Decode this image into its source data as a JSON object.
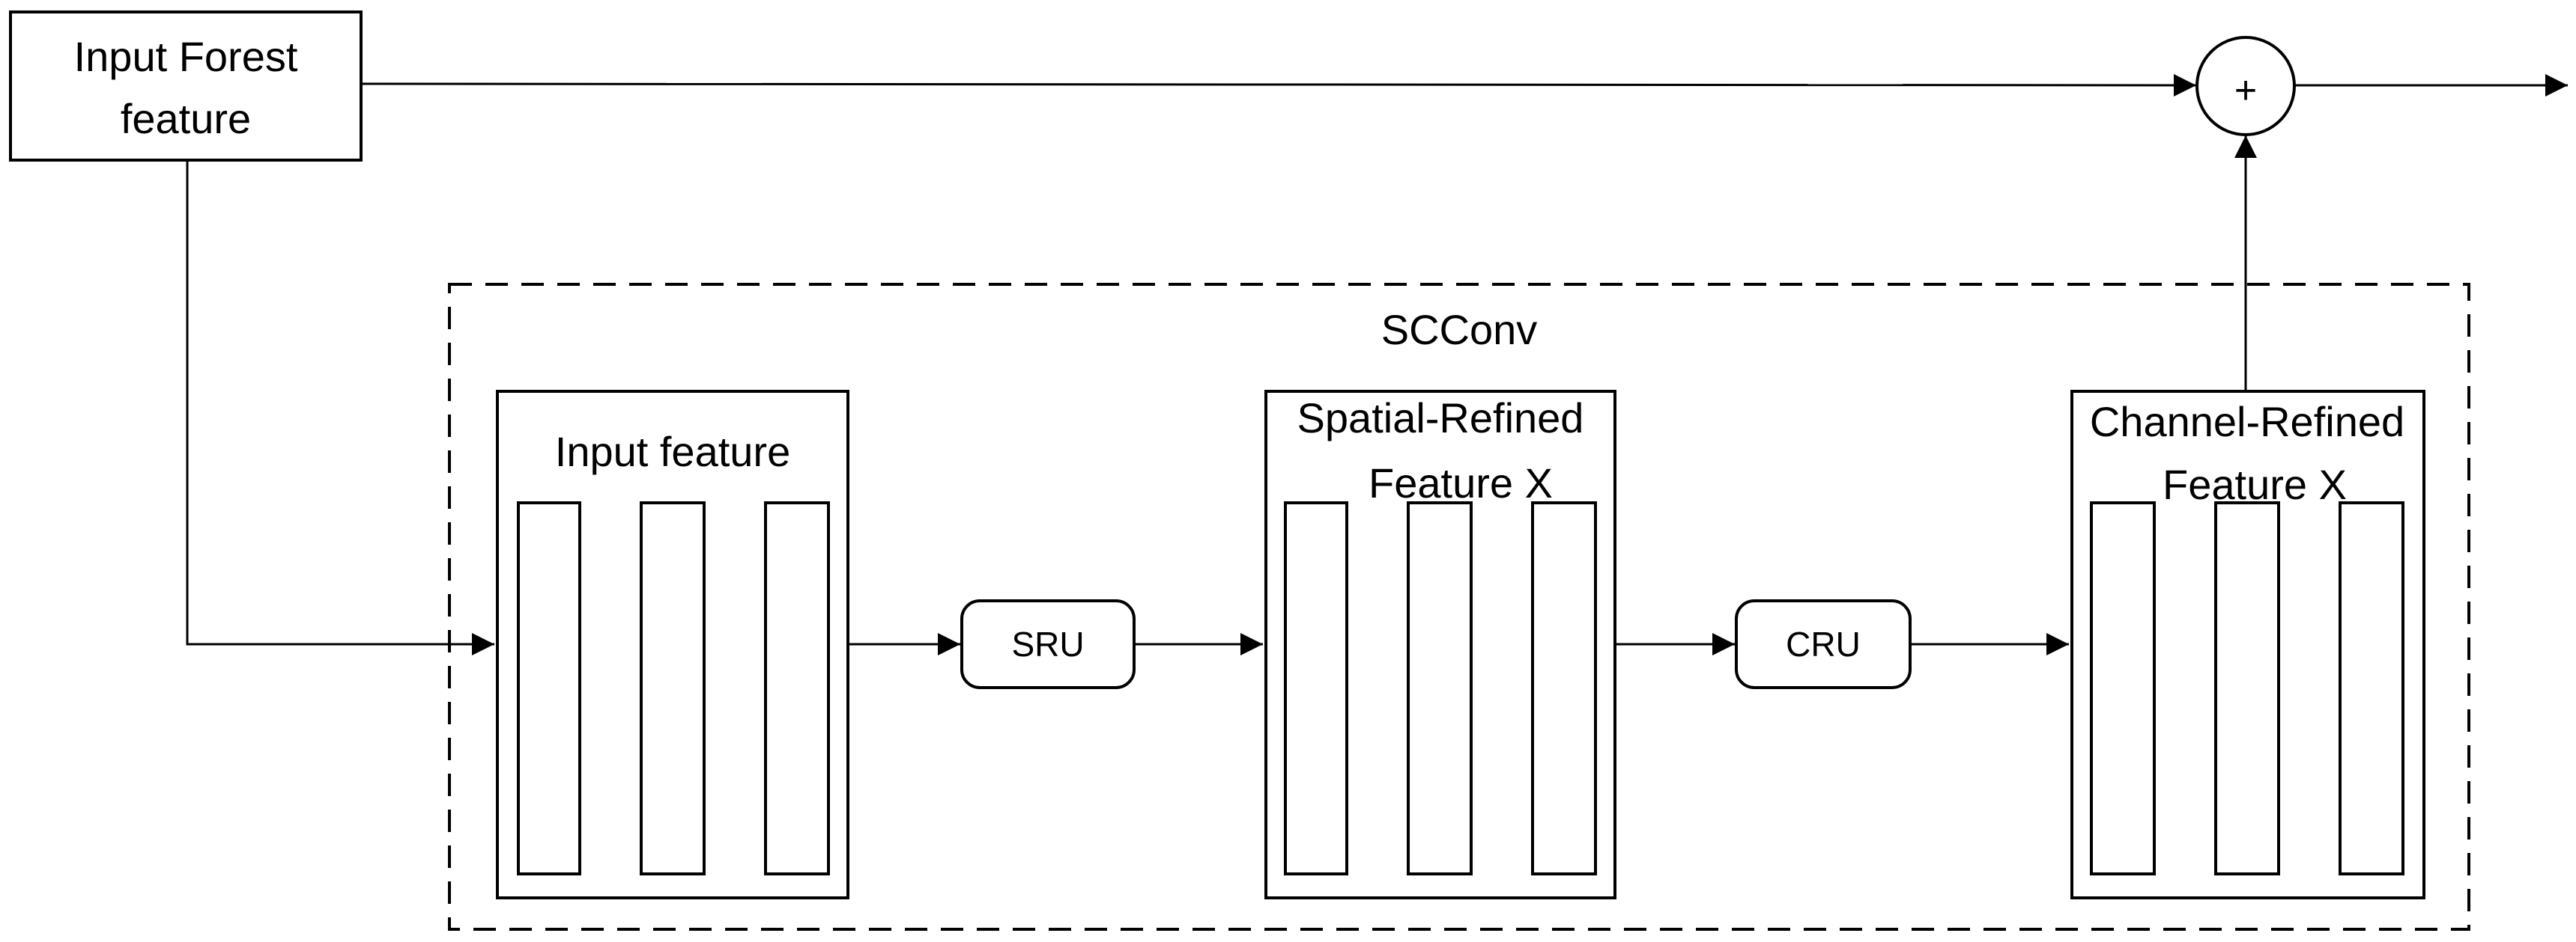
{
  "input_block": {
    "line1": "Input Forest",
    "line2": "feature"
  },
  "sum_node": {
    "symbol": "+"
  },
  "scconv": {
    "title": "SCConv",
    "input_feature": {
      "label": "Input feature"
    },
    "sru": {
      "label": "SRU"
    },
    "spatial": {
      "line1": "Spatial-Refined",
      "line2": "Feature X"
    },
    "cru": {
      "label": "CRU"
    },
    "channel": {
      "line1": "Channel-Refined",
      "line2": "Feature X"
    }
  }
}
